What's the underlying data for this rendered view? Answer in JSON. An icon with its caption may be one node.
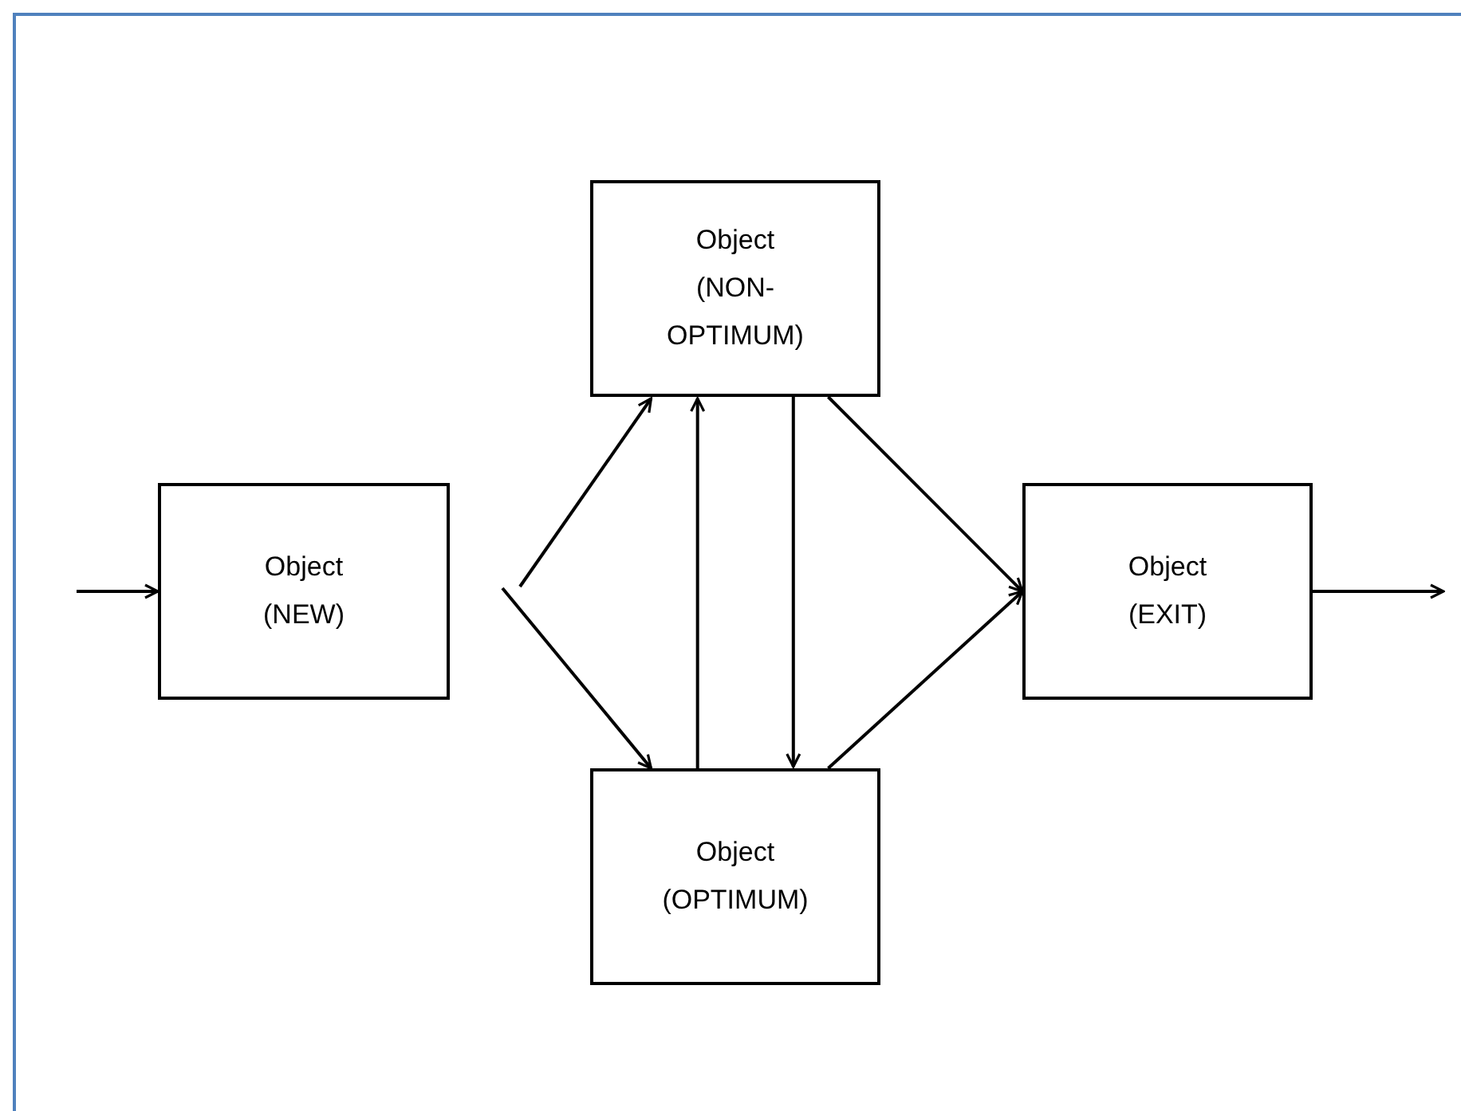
{
  "diagram": {
    "nodes": [
      {
        "text": [
          "Object",
          "(NEW)"
        ]
      },
      {
        "text": [
          "Object",
          "(NON-OPTIMUM)"
        ]
      },
      {
        "text": [
          "Object",
          "(EXIT)"
        ]
      },
      {
        "text": [
          "Object",
          "(OPTIMUM)"
        ]
      }
    ],
    "edges": [
      {
        "from": null,
        "to": 0,
        "arrow": "to"
      },
      {
        "from": 0,
        "to": 1,
        "arrow": "to"
      },
      {
        "from": 0,
        "to": 3,
        "arrow": "to"
      },
      {
        "from": 3,
        "to": 1,
        "arrow": "to"
      },
      {
        "from": 1,
        "to": 3,
        "arrow": "to"
      },
      {
        "from": 1,
        "to": 2,
        "arrow": "to"
      },
      {
        "from": 3,
        "to": 2,
        "arrow": "to"
      },
      {
        "from": 2,
        "to": null,
        "arrow": "to"
      }
    ]
  }
}
